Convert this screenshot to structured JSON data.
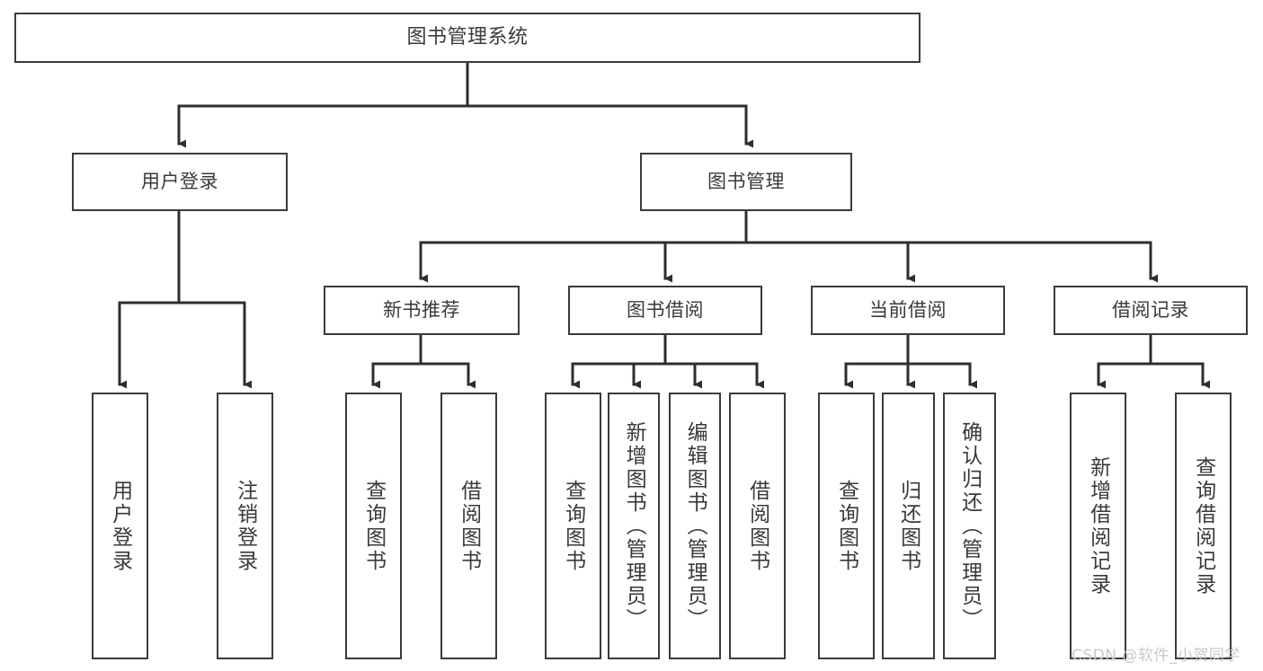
{
  "diagram": {
    "type": "hierarchy-tree",
    "title": "图书管理系统",
    "orientation": "top-down",
    "watermark": "CSDN @软件_小贺同学",
    "colors": {
      "box_stroke": "#3b3b3b",
      "box_fill": "#ffffff",
      "text": "#3a3a3a",
      "connector": "#2e2e2e",
      "watermark": "#c9c9c9",
      "background": "#ffffff"
    },
    "root": {
      "label": "图书管理系统"
    },
    "level2": [
      {
        "label": "用户登录"
      },
      {
        "label": "图书管理"
      }
    ],
    "level3": [
      {
        "label": "新书推荐"
      },
      {
        "label": "图书借阅"
      },
      {
        "label": "当前借阅"
      },
      {
        "label": "借阅记录"
      }
    ],
    "leaves": {
      "user_login": [
        {
          "label": "用户登录"
        },
        {
          "label": "注销登录"
        }
      ],
      "new_book": [
        {
          "label": "查询图书"
        },
        {
          "label": "借阅图书"
        }
      ],
      "book_borrow": [
        {
          "label": "查询图书"
        },
        {
          "label": "新增图书（管理员）"
        },
        {
          "label": "编辑图书（管理员）"
        },
        {
          "label": "借阅图书"
        }
      ],
      "current_borrow": [
        {
          "label": "查询图书"
        },
        {
          "label": "归还图书"
        },
        {
          "label": "确认归还（管理员）"
        }
      ],
      "borrow_record": [
        {
          "label": "新增借阅记录"
        },
        {
          "label": "查询借阅记录"
        }
      ]
    }
  }
}
